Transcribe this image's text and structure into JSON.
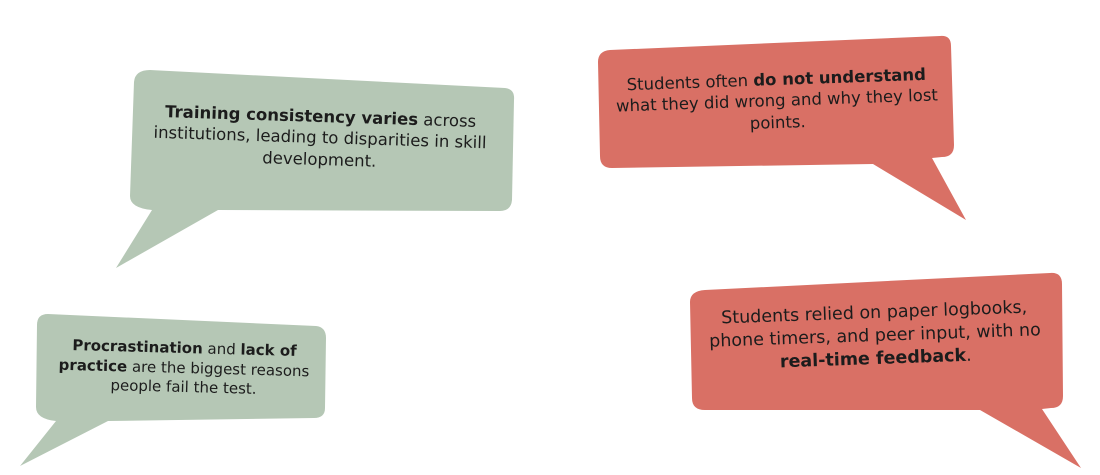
{
  "colors": {
    "green_bubble": "#b5c7b5",
    "red_bubble": "#d97065",
    "text": "#1c1c1c"
  },
  "bubbles": [
    {
      "id": "training-consistency",
      "color": "green",
      "parts": [
        {
          "text": "Training consistency varies",
          "bold": true
        },
        {
          "text": " across institutions, leading to disparities in skill development.",
          "bold": false
        }
      ]
    },
    {
      "id": "students-understanding",
      "color": "red",
      "parts": [
        {
          "text": "Students often ",
          "bold": false
        },
        {
          "text": "do not understand",
          "bold": true
        },
        {
          "text": " what they did wrong and why they lost points.",
          "bold": false
        }
      ]
    },
    {
      "id": "procrastination",
      "color": "green",
      "parts": [
        {
          "text": "Procrastination",
          "bold": true
        },
        {
          "text": " and ",
          "bold": false
        },
        {
          "text": "lack of practice",
          "bold": true
        },
        {
          "text": " are the biggest reasons people fail the test.",
          "bold": false
        }
      ]
    },
    {
      "id": "paper-logbooks",
      "color": "red",
      "parts": [
        {
          "text": "Students relied on paper logbooks, phone timers, and peer input, with no ",
          "bold": false
        },
        {
          "text": "real-time feedback",
          "bold": true
        },
        {
          "text": ".",
          "bold": false
        }
      ]
    }
  ]
}
